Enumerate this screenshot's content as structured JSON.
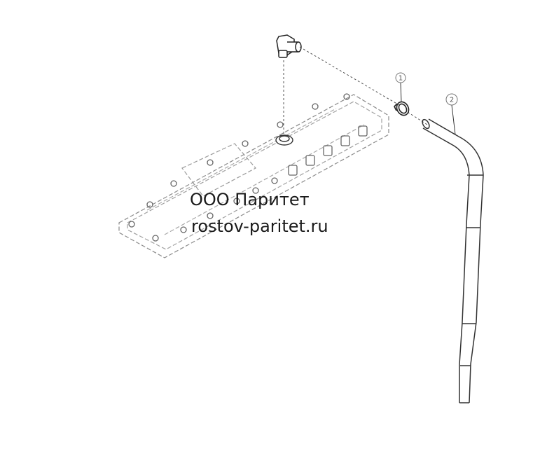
{
  "watermark": {
    "company": "ООО Паритет",
    "website": "rostov-paritet.ru"
  },
  "callouts": [
    {
      "number": "1",
      "part": "hose-clamp"
    },
    {
      "number": "2",
      "part": "breather-hose"
    }
  ],
  "colors": {
    "line": "#333333",
    "light_line": "#888888",
    "callout_circle": "#777777"
  }
}
